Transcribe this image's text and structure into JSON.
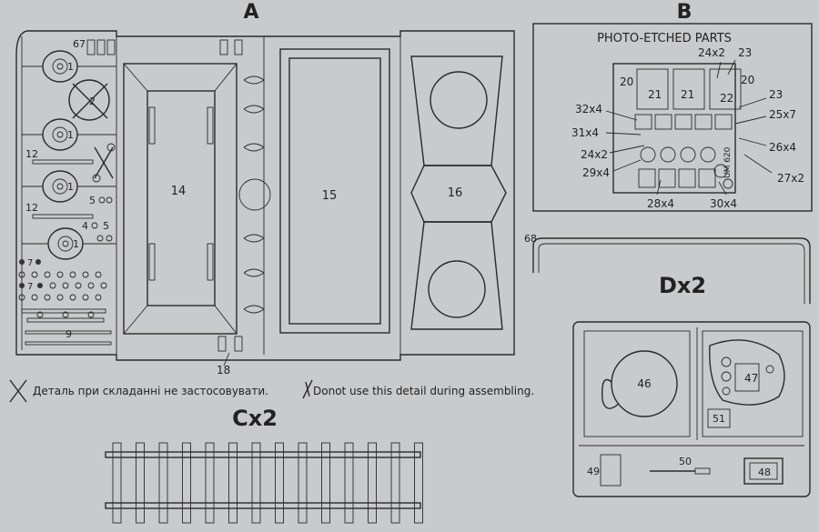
{
  "headings": {
    "sprue_a": "A",
    "sprue_b": "B",
    "sprue_c": "Cx2",
    "sprue_d": "Dx2"
  },
  "photo_etched_title": "PHOTO-ETCHED PARTS",
  "sprue_a_parts": {
    "p67": "67",
    "p1a": "1",
    "p2": "2",
    "p1b": "1",
    "p12a": "12",
    "p1c": "1",
    "p5": "5",
    "p12b": "12",
    "p4": "4",
    "p5b": "5",
    "p1d": "1",
    "p7a": "7",
    "p7b": "7",
    "p9": "9",
    "p14": "14",
    "p15": "15",
    "p16": "16",
    "p18": "18"
  },
  "sprue_b_parts": {
    "p20a": "20",
    "p21a": "21",
    "p21b": "21",
    "p22": "22",
    "p20b": "20",
    "p24x2a": "24x2",
    "p23a": "23",
    "p23b": "23",
    "p32x4": "32x4",
    "p25x7": "25x7",
    "p31x4": "31x4",
    "p26x4": "26x4",
    "p24x2b": "24x2",
    "p29x4": "29x4",
    "p27x2": "27x2",
    "p28x4": "28x4",
    "p30x4": "30x4",
    "etch_mark": "UM 620"
  },
  "sprue_d_parts": {
    "p68": "68",
    "p46": "46",
    "p47": "47",
    "p51": "51",
    "p49": "49",
    "p50": "50",
    "p48": "48"
  },
  "note_ua": "Деталь при складанні не застосовувати.",
  "note_en": "Donot use this detail during assembling."
}
